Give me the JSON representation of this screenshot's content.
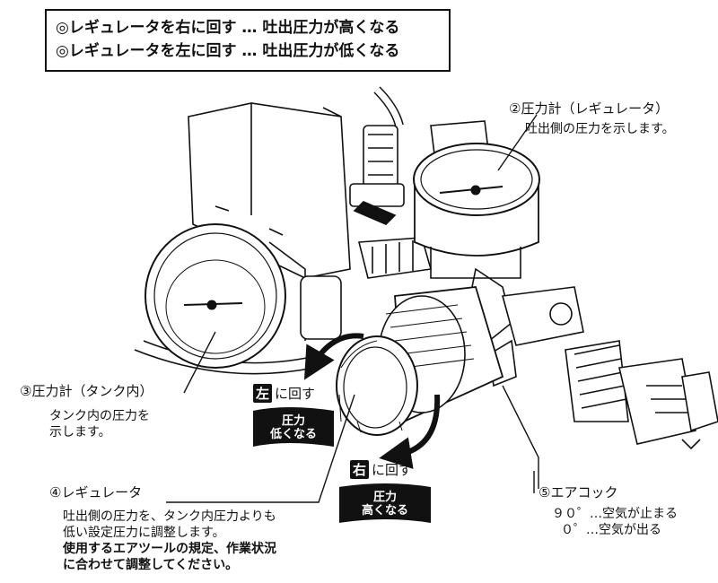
{
  "header": {
    "line1": "◎レギュレータを右に回す … 吐出圧力が高くなる",
    "line2": "◎レギュレータを左に回す … 吐出圧力が低くなる"
  },
  "callouts": {
    "gauge_regulator": {
      "title": "②圧力計（レギュレータ）",
      "desc": "吐出側の圧力を示します。"
    },
    "gauge_tank": {
      "title": "③圧力計（タンク内）",
      "desc1": "タンク内の圧力を",
      "desc2": "示します。"
    },
    "regulator": {
      "title": "④レギュレータ",
      "desc1": "吐出側の圧力を、タンク内圧力よりも",
      "desc2": "低い設定圧力に調整します。",
      "note1": "使用するエアツールの規定、作業状況",
      "note2": "に合わせて調整してください。"
    },
    "air_cock": {
      "title": "⑤エアコック",
      "line1": "９０゜…空気が止まる",
      "line2": "０゜…空気が出る"
    }
  },
  "rotation": {
    "left": {
      "badge": "左",
      "text": "に回す",
      "banner1": "圧力",
      "banner2": "低くなる"
    },
    "right": {
      "badge": "右",
      "text": "に回す",
      "banner1": "圧力",
      "banner2": "高くなる"
    }
  }
}
